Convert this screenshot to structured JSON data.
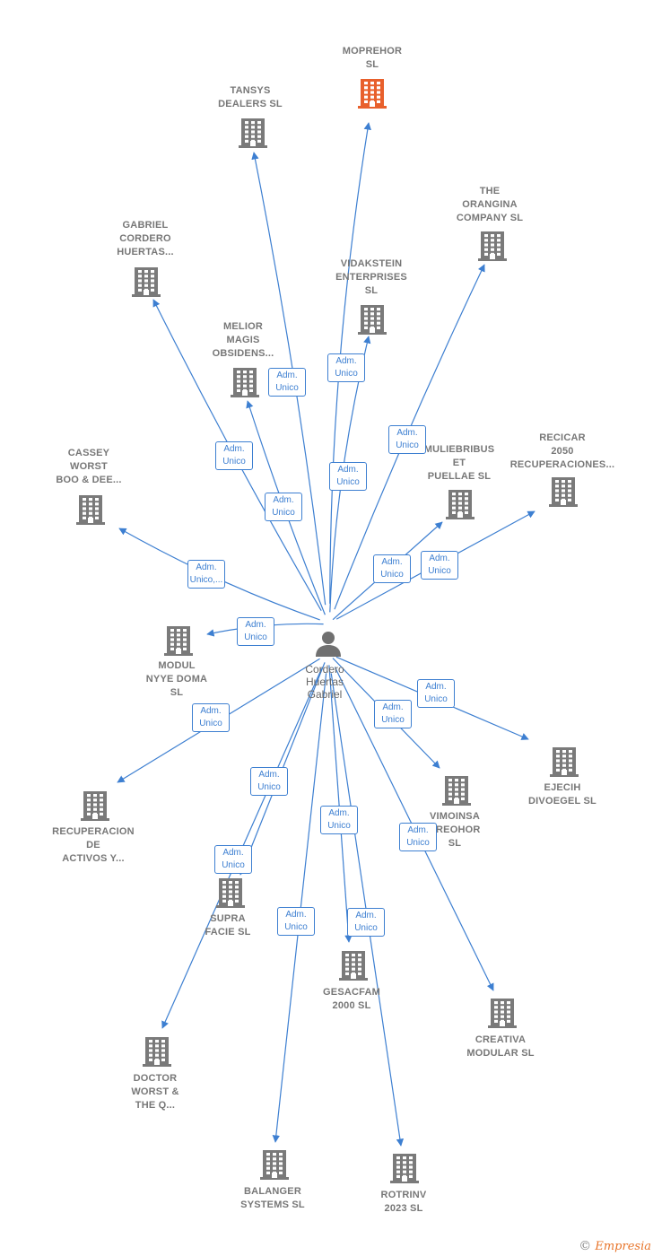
{
  "center": {
    "name": "Cordero\nHuertas\nGabriel"
  },
  "colors": {
    "edge": "#3d7fd1",
    "company": "#7a7a7a",
    "highlight": "#e8602c",
    "person": "#707070"
  },
  "nodes": [
    {
      "id": "moprehor",
      "label": "MOPREHOR\nSL",
      "highlight": true
    },
    {
      "id": "tansys",
      "label": "TANSYS\nDEALERS  SL"
    },
    {
      "id": "orangina",
      "label": "THE\nORANGINA\nCOMPANY  SL"
    },
    {
      "id": "gabriel",
      "label": "GABRIEL\nCORDERO\nHUERTAS..."
    },
    {
      "id": "vidakstein",
      "label": "VIDAKSTEIN\nENTERPRISES\nSL"
    },
    {
      "id": "melior",
      "label": "MELIOR\nMAGIS\nOBSIDENS..."
    },
    {
      "id": "muliebribus",
      "label": "MULIEBRIBUS\nET\nPUELLAE SL"
    },
    {
      "id": "recicar",
      "label": "RECICAR\n2050\nRECUPERACIONES..."
    },
    {
      "id": "cassey",
      "label": "CASSEY\nWORST\nBOO & DEE..."
    },
    {
      "id": "modul",
      "label": "MODUL\nNYYE DOMA\nSL"
    },
    {
      "id": "ejecih",
      "label": "EJECIH\nDIVOEGEL  SL"
    },
    {
      "id": "recuperacion",
      "label": "RECUPERACION\nDE\nACTIVOS Y..."
    },
    {
      "id": "vimoinsa",
      "label": "VIMOINSA\nPREOHOR\nSL"
    },
    {
      "id": "supra",
      "label": "SUPRA\nFACIE  SL"
    },
    {
      "id": "gesacfam",
      "label": "GESACFAM\n2000 SL"
    },
    {
      "id": "creativa",
      "label": "CREATIVA\nMODULAR  SL"
    },
    {
      "id": "doctor",
      "label": "DOCTOR\nWORST &\nTHE Q..."
    },
    {
      "id": "balanger",
      "label": "BALANGER\nSYSTEMS  SL"
    },
    {
      "id": "rotrinv",
      "label": "ROTRINV\n2023  SL"
    }
  ],
  "edges": [
    {
      "to": "moprehor",
      "label": "Adm.\nUnico"
    },
    {
      "to": "tansys",
      "label": "Adm.\nUnico"
    },
    {
      "to": "orangina",
      "label": "Adm.\nUnico"
    },
    {
      "to": "gabriel",
      "label": "Adm.\nUnico"
    },
    {
      "to": "vidakstein",
      "label": "Adm.\nUnico"
    },
    {
      "to": "melior",
      "label": "Adm.\nUnico"
    },
    {
      "to": "muliebribus",
      "label": "Adm.\nUnico"
    },
    {
      "to": "recicar",
      "label": "Adm.\nUnico"
    },
    {
      "to": "cassey",
      "label": "Adm.\nUnico,..."
    },
    {
      "to": "modul",
      "label": "Adm.\nUnico"
    },
    {
      "to": "ejecih",
      "label": "Adm.\nUnico"
    },
    {
      "to": "recuperacion",
      "label": "Adm.\nUnico"
    },
    {
      "to": "vimoinsa",
      "label": "Adm.\nUnico"
    },
    {
      "to": "supra",
      "label": "Adm.\nUnico"
    },
    {
      "to": "gesacfam",
      "label": "Adm.\nUnico"
    },
    {
      "to": "creativa",
      "label": "Adm.\nUnico"
    },
    {
      "to": "doctor",
      "label": "Adm.\nUnico"
    },
    {
      "to": "balanger",
      "label": "Adm.\nUnico"
    },
    {
      "to": "rotrinv",
      "label": "Adm.\nUnico"
    }
  ],
  "footer": {
    "copyright": "©",
    "brand": "Empresia"
  }
}
